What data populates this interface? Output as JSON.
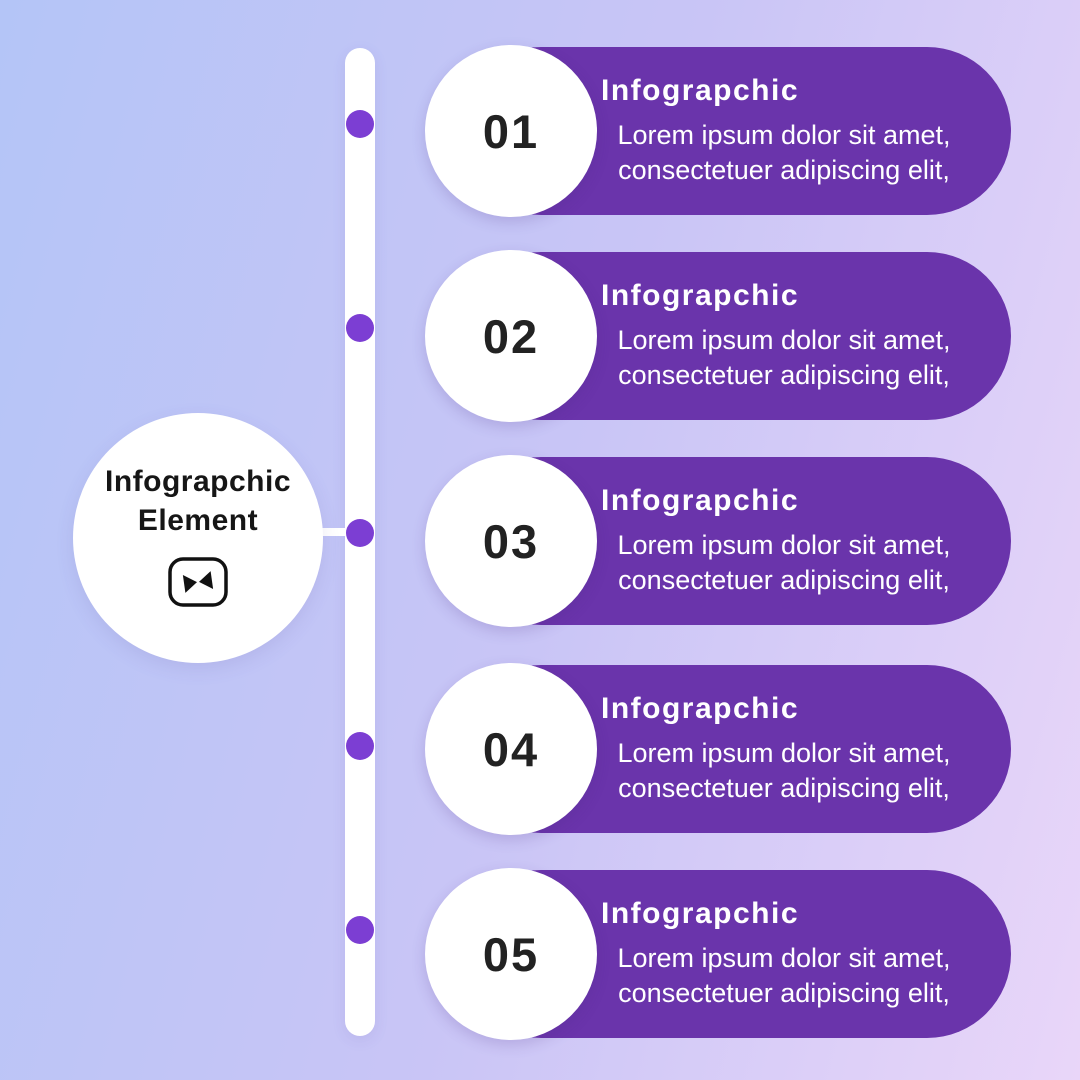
{
  "colors": {
    "bg_start": "#b4c5f7",
    "bg_mid": "#c9c5f6",
    "bg_end": "#e9d6f9",
    "pill": "#6a34ab",
    "dot": "#7c3ed3",
    "number": "#222222",
    "title_text": "#161616",
    "white": "#ffffff"
  },
  "center_badge": {
    "line1": "Infograpchic",
    "line2": "Element",
    "logo": "capcut-icon"
  },
  "items": [
    {
      "number": "01",
      "title": "Infograpchic",
      "body": "Lorem ipsum dolor sit amet, consectetuer adipiscing elit,"
    },
    {
      "number": "02",
      "title": "Infograpchic",
      "body": "Lorem ipsum dolor sit amet, consectetuer adipiscing elit,"
    },
    {
      "number": "03",
      "title": "Infograpchic",
      "body": "Lorem ipsum dolor sit amet, consectetuer adipiscing elit,"
    },
    {
      "number": "04",
      "title": "Infograpchic",
      "body": "Lorem ipsum dolor sit amet, consectetuer adipiscing elit,"
    },
    {
      "number": "05",
      "title": "Infograpchic",
      "body": "Lorem ipsum dolor sit amet, consectetuer adipiscing elit,"
    }
  ]
}
